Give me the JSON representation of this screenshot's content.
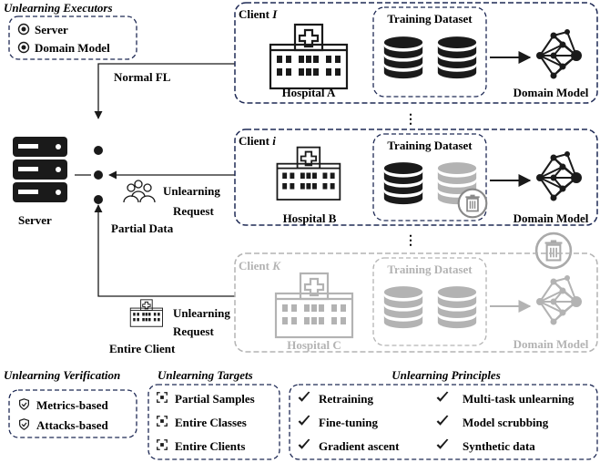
{
  "executors": {
    "title": "Unlearning Executors",
    "items": [
      "Server",
      "Domain Model"
    ]
  },
  "server_label": "Server",
  "normal_fl": "Normal FL",
  "partial_data": "Partial Data",
  "entire_client": "Entire Client",
  "request_line1": "Unlearning",
  "request_line2": "Request",
  "ellipsis": "⋮",
  "clients": [
    {
      "prefix": "Client ",
      "var": "I",
      "hospital": "Hospital A",
      "dataset": "Training Dataset",
      "model": "Domain Model"
    },
    {
      "prefix": "Client ",
      "var": "i",
      "hospital": "Hospital B",
      "dataset": "Training Dataset",
      "model": "Domain Model"
    },
    {
      "prefix": "Client ",
      "var": "K",
      "hospital": "Hospital C",
      "dataset": "Training Dataset",
      "model": "Domain Model"
    }
  ],
  "verification": {
    "title": "Unlearning Verification",
    "items": [
      "Metrics-based",
      "Attacks-based"
    ]
  },
  "targets": {
    "title": "Unlearning Targets",
    "items": [
      "Partial Samples",
      "Entire Classes",
      "Entire Clients"
    ]
  },
  "principles": {
    "title": "Unlearning Principles",
    "left": [
      "Retraining",
      "Fine-tuning",
      "Gradient ascent"
    ],
    "right": [
      "Multi-task unlearning",
      "Model scrubbing",
      "Synthetic data"
    ]
  },
  "colors": {
    "navy": "#1f2a55",
    "dark": "#1a1a1a",
    "gray": "#b3b3b3",
    "dashed_border": "#2b3a6b"
  },
  "icons": [
    "hospital-icon",
    "database-icon",
    "neural-network-icon",
    "trash-icon",
    "server-icon",
    "users-icon",
    "shield-icon",
    "checkmark-icon",
    "target-icon"
  ]
}
